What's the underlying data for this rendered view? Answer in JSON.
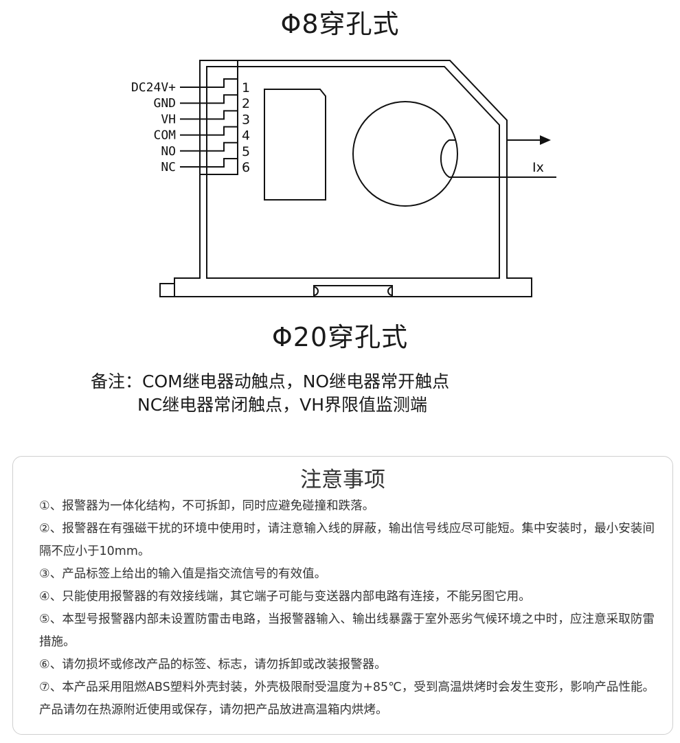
{
  "diagram": {
    "title_top": "Φ8穿孔式",
    "title_bottom": "Φ20穿孔式",
    "pins": [
      {
        "label": "DC24V+",
        "number": "1"
      },
      {
        "label": "GND",
        "number": "2"
      },
      {
        "label": "VH",
        "number": "3"
      },
      {
        "label": "COM",
        "number": "4"
      },
      {
        "label": "NO",
        "number": "5"
      },
      {
        "label": "NC",
        "number": "6"
      }
    ],
    "current_label": "Ix"
  },
  "remarks": {
    "line1": "备注：COM继电器动触点，NO继电器常开触点",
    "line2": "NC继电器常闭触点，VH界限值监测端"
  },
  "notice": {
    "title": "注意事项",
    "items": [
      "①、报警器为一体化结构，不可拆卸，同时应避免碰撞和跌落。",
      "②、报警器在有强磁干扰的环境中使用时，请注意输入线的屏蔽，输出信号线应尽可能短。集中安装时，最小安装间隔不应小于10mm。",
      "③、产品标签上给出的输入值是指交流信号的有效值。",
      "④、只能使用报警器的有效接线端，其它端子可能与变送器内部电路有连接，不能另图它用。",
      "⑤、本型号报警器内部未设置防雷击电路，当报警器输入、输出线暴露于室外恶劣气候环境之中时，应注意采取防雷措施。",
      "⑥、请勿损坏或修改产品的标签、标志，请勿拆卸或改装报警器。",
      "⑦、本产品采用阻燃ABS塑料外壳封装，外壳极限耐受温度为+85℃，受到高温烘烤时会发生变形，影响产品性能。产品请勿在热源附近使用或保存，请勿把产品放进高温箱内烘烤。"
    ]
  },
  "colors": {
    "line": "#111111",
    "panel_border": "#cfcfcf"
  }
}
